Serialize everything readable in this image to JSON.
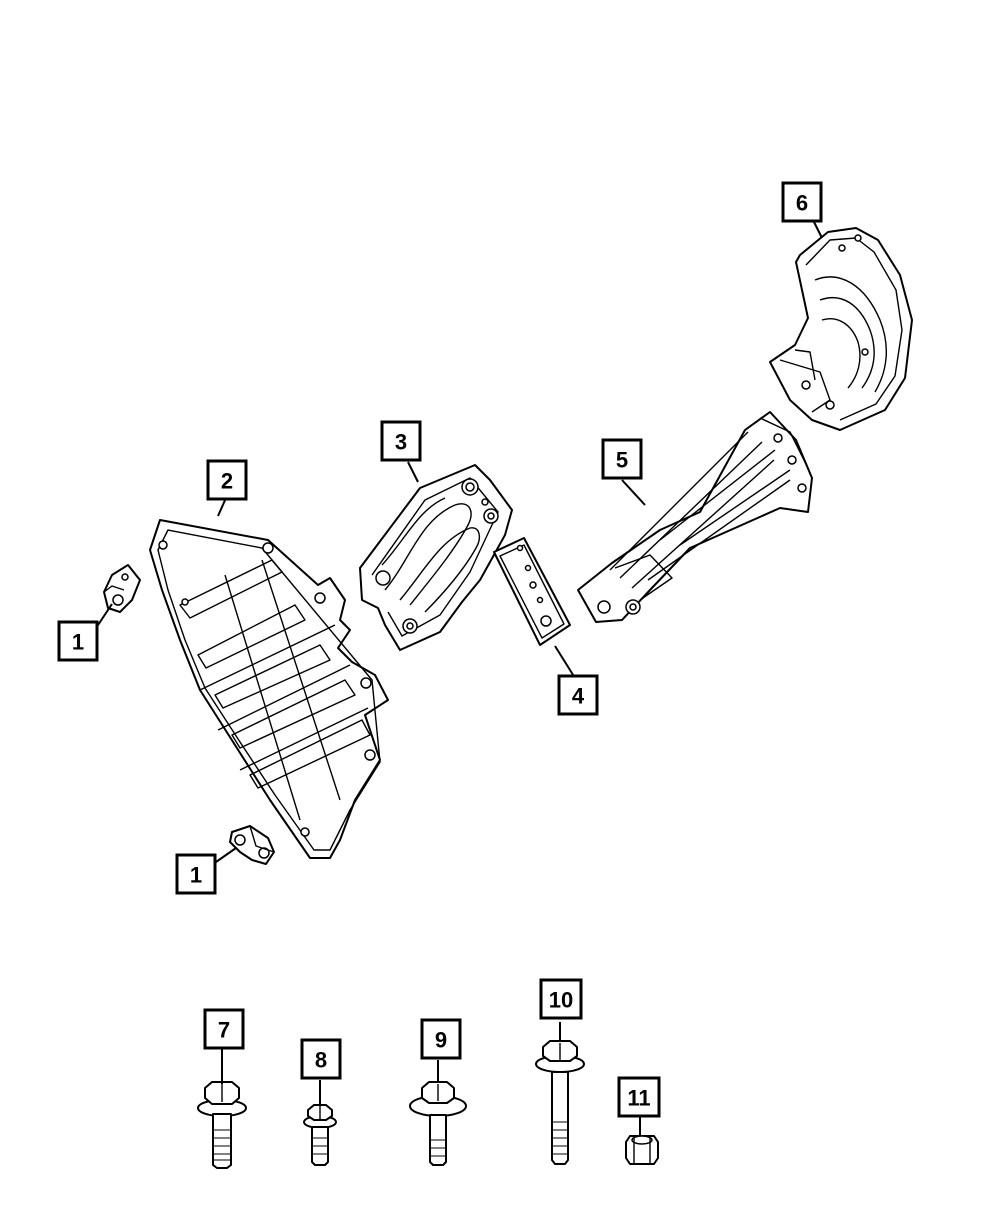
{
  "callouts": {
    "c1a": "1",
    "c1b": "1",
    "c2": "2",
    "c3": "3",
    "c4": "4",
    "c5": "5",
    "c6": "6",
    "c7": "7",
    "c8": "8",
    "c9": "9",
    "c10": "10",
    "c11": "11"
  }
}
